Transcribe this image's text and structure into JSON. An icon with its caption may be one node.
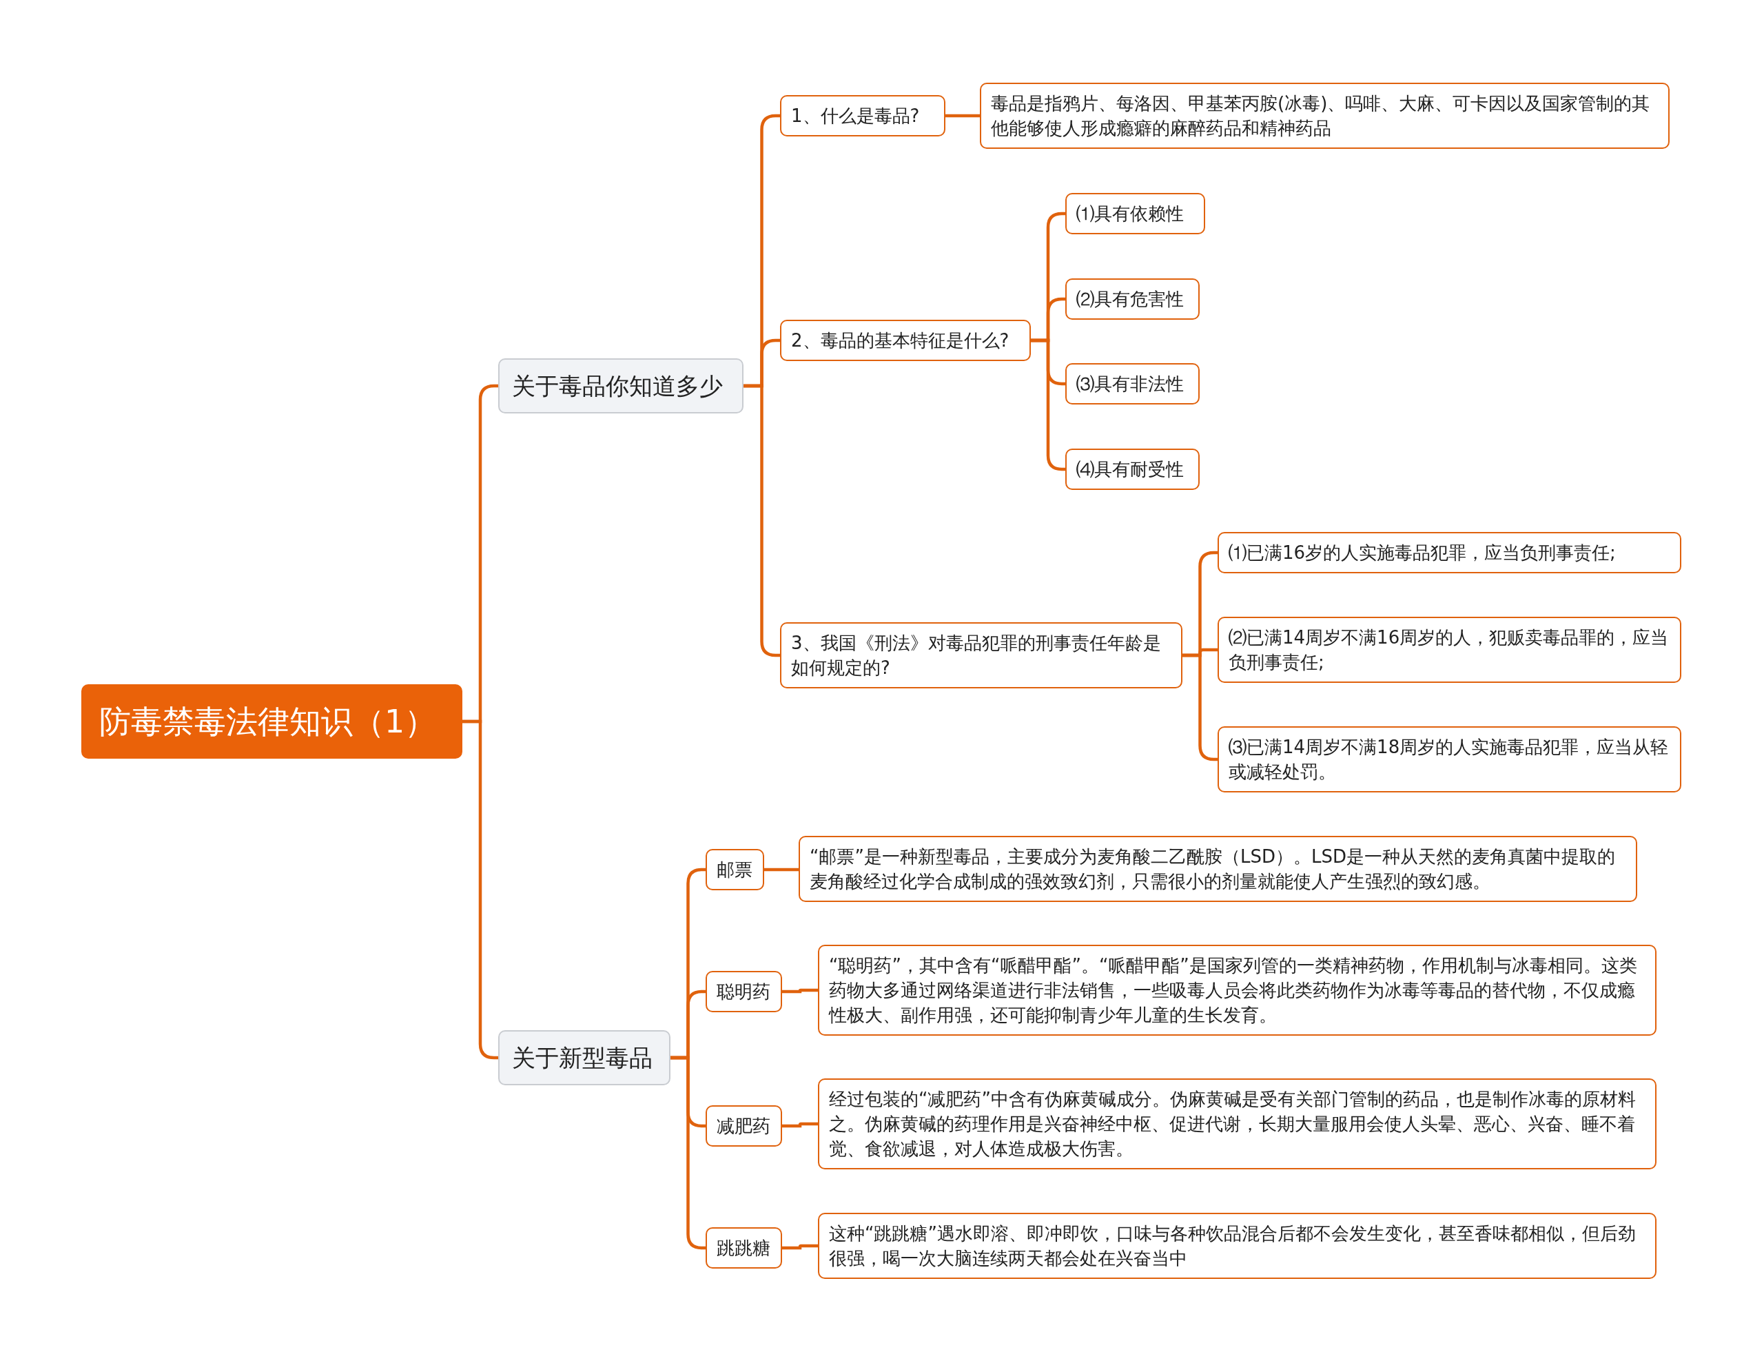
{
  "diagram": {
    "nodes": [
      {
        "text": [
          "防毒禁毒法律知识（1）"
        ]
      },
      {
        "text": [
          "关于毒品你知道多少"
        ]
      },
      {
        "text": [
          "1、什么是毒品?"
        ]
      },
      {
        "text": [
          "毒品是指鸦片、每洛因、甲基苯丙胺(冰毒)、吗啡、大麻、可卡因以及国家管制的其他能够使人形成瘾癖的麻醉药品和精神药品"
        ]
      },
      {
        "text": [
          "2、毒品的基本特征是什么?"
        ]
      },
      {
        "text": [
          "⑴具有依赖性"
        ]
      },
      {
        "text": [
          "⑵具有危害性"
        ]
      },
      {
        "text": [
          "⑶具有非法性"
        ]
      },
      {
        "text": [
          "⑷具有耐受性"
        ]
      },
      {
        "text": [
          "3、我国《刑法》对毒品犯罪的刑事责任年龄是如何规定的?"
        ]
      },
      {
        "text": [
          "⑴已满16岁的人实施毒品犯罪，应当负刑事责任;"
        ]
      },
      {
        "text": [
          "⑵已满14周岁不满16周岁的人，犯贩卖毒品罪的，应当负刑事责任;"
        ]
      },
      {
        "text": [
          "⑶已满14周岁不满18周岁的人实施毒品犯罪，应当从轻或减轻处罚。"
        ]
      },
      {
        "text": [
          "关于新型毒品"
        ]
      },
      {
        "text": [
          "邮票"
        ]
      },
      {
        "text": [
          "“邮票”是一种新型毒品，主要成分为麦角酸二乙酰胺（LSD）。LSD是一种从天然的麦角真菌中提取的麦角酸经过化学合成制成的强效致幻剂，只需很小的剂量就能使人产生强烈的致幻感。"
        ]
      },
      {
        "text": [
          "聪明药"
        ]
      },
      {
        "text": [
          "“聪明药”，其中含有“哌醋甲酯”。“哌醋甲酯”是国家列管的一类精神药物，作用机制与冰毒相同。这类药物大多通过网络渠道进行非法销售，一些吸毒人员会将此类药物作为冰毒等毒品的替代物，不仅成瘾性极大、副作用强，还可能抑制青少年儿童的生长发育。"
        ]
      },
      {
        "text": [
          "减肥药"
        ]
      },
      {
        "text": [
          "经过包装的“减肥药”中含有伪麻黄碱成分。伪麻黄碱是受有关部门管制的药品，也是制作冰毒的原材料之。伪麻黄碱的药理作用是兴奋神经中枢、促进代谢，长期大量服用会使人头晕、恶心、兴奋、睡不着觉、食欲减退，对人体造成极大伤害。"
        ]
      },
      {
        "text": [
          "跳跳糖"
        ]
      },
      {
        "text": [
          "这种“跳跳糖”遇水即溶、即冲即饮，口味与各种饮品混合后都不会发生变化，甚至香味都相似，但后劲很强，喝一次大脑连续两天都会处在兴奋当中"
        ]
      }
    ],
    "edges": [
      {
        "from": 0,
        "to": 1,
        "arrow": "none"
      },
      {
        "from": 0,
        "to": 13,
        "arrow": "none"
      },
      {
        "from": 1,
        "to": 2,
        "arrow": "none"
      },
      {
        "from": 1,
        "to": 4,
        "arrow": "none"
      },
      {
        "from": 1,
        "to": 9,
        "arrow": "none"
      },
      {
        "from": 2,
        "to": 3,
        "arrow": "none"
      },
      {
        "from": 4,
        "to": 5,
        "arrow": "none"
      },
      {
        "from": 4,
        "to": 6,
        "arrow": "none"
      },
      {
        "from": 4,
        "to": 7,
        "arrow": "none"
      },
      {
        "from": 4,
        "to": 8,
        "arrow": "none"
      },
      {
        "from": 9,
        "to": 10,
        "arrow": "none"
      },
      {
        "from": 9,
        "to": 11,
        "arrow": "none"
      },
      {
        "from": 9,
        "to": 12,
        "arrow": "none"
      },
      {
        "from": 13,
        "to": 14,
        "arrow": "none"
      },
      {
        "from": 13,
        "to": 16,
        "arrow": "none"
      },
      {
        "from": 13,
        "to": 18,
        "arrow": "none"
      },
      {
        "from": 13,
        "to": 20,
        "arrow": "none"
      },
      {
        "from": 14,
        "to": 15,
        "arrow": "none"
      },
      {
        "from": 16,
        "to": 17,
        "arrow": "none"
      },
      {
        "from": 18,
        "to": 19,
        "arrow": "none"
      },
      {
        "from": 20,
        "to": 21,
        "arrow": "none"
      }
    ]
  }
}
